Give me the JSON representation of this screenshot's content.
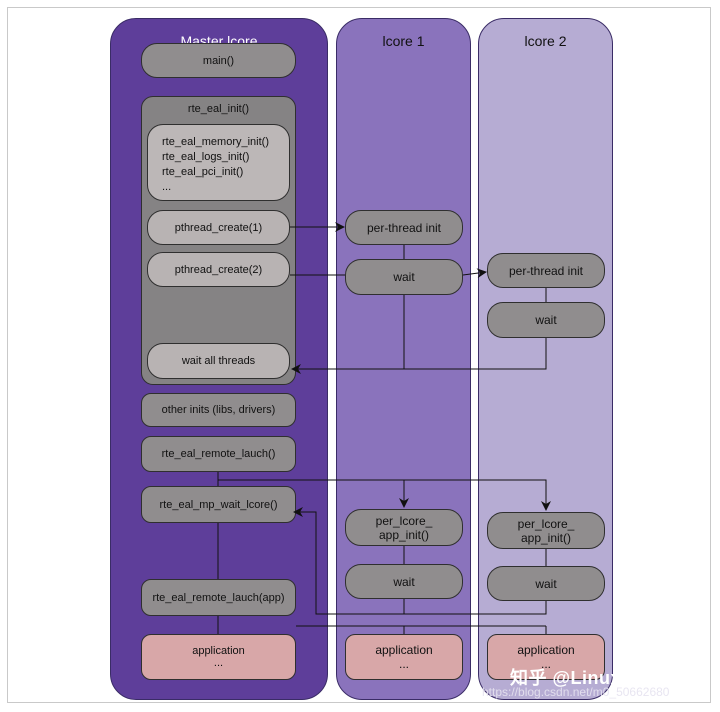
{
  "lanes": {
    "master": {
      "title": "Master lcore",
      "color": "#5e3e9a"
    },
    "lcore1": {
      "title": "lcore 1",
      "color": "#8a73bc"
    },
    "lcore2": {
      "title": "lcore 2",
      "color": "#b6acd3"
    }
  },
  "master": {
    "main": "main()",
    "rte_eal_init": {
      "title": "rte_eal_init()",
      "init_calls": [
        "rte_eal_memory_init()",
        "rte_eal_logs_init()",
        "rte_eal_pci_init()",
        "..."
      ],
      "pthread_create_1": "pthread_create(1)",
      "pthread_create_2": "pthread_create(2)",
      "wait_all": "wait all threads"
    },
    "other_inits": "other inits (libs, drivers)",
    "remote_launch": "rte_eal_remote_lauch()",
    "mp_wait": "rte_eal_mp_wait_lcore()",
    "remote_launch_app": "rte_eal_remote_lauch(app)",
    "application": [
      "application",
      "..."
    ]
  },
  "lcore1": {
    "per_thread_init": "per-thread init",
    "wait1": "wait",
    "per_lcore_app_init": [
      "per_lcore_",
      "app_init()"
    ],
    "wait2": "wait",
    "application": [
      "application",
      "..."
    ]
  },
  "lcore2": {
    "per_thread_init": "per-thread init",
    "wait1": "wait",
    "per_lcore_app_init": [
      "per_lcore_",
      "app_init()"
    ],
    "wait2": "wait",
    "application": [
      "application",
      "..."
    ]
  },
  "watermark": {
    "main": "知乎 @Linux分享官",
    "url": "https://blog.csdn.net/m0_50662680"
  }
}
